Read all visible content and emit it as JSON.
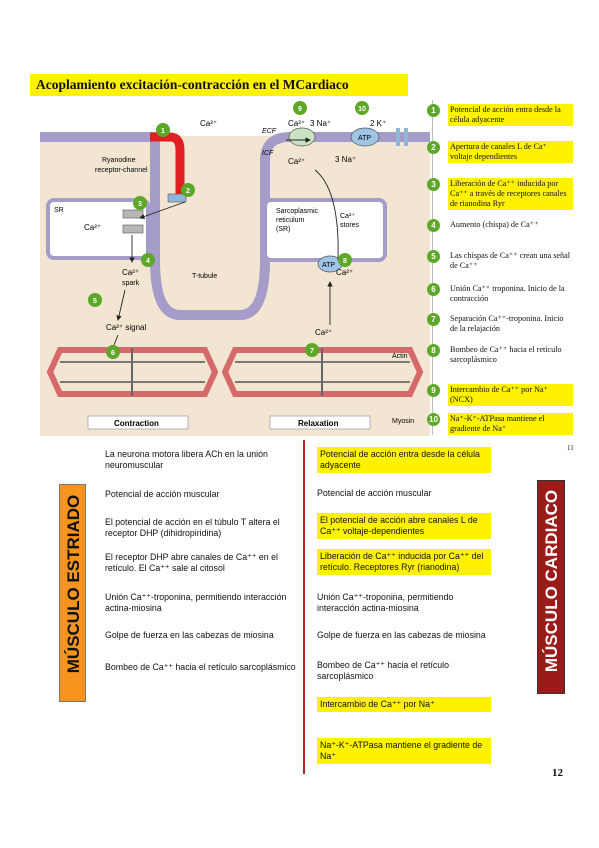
{
  "title": "Acoplamiento excitación-contracción en el MCardiaco",
  "diagram": {
    "ca2": "Ca²⁺",
    "na3": "3 Na⁺",
    "k2": "2 K⁺",
    "ecf": "ECF",
    "icf": "ICF",
    "atp": "ATP",
    "ryanodine": "Ryanodine\nreceptor-channel",
    "sr": "SR",
    "sarcoplasmic": "Sarcoplasmic\nreticulum\n(SR)",
    "stores": "Ca²⁺\nstores",
    "spark": "Ca²⁺\nspark",
    "signal": "Ca²⁺ signal",
    "ttubule": "T-tubule",
    "actin": "Actin",
    "myosin": "Myosin",
    "contraction": "Contraction",
    "relaxation": "Relaxation",
    "colors": {
      "membrane": "#a59cc9",
      "cell": "#f2e6d3",
      "red": "#e02020",
      "green": "#5ea829",
      "sarcomere": "#d66a6a"
    }
  },
  "steps": [
    {
      "num": "1",
      "text": "Potencial de acción entra desde la célula adyacente",
      "highlight": true
    },
    {
      "num": "2",
      "text": "Apertura de canales L de Ca⁺ voltaje dependientes",
      "highlight": true
    },
    {
      "num": "3",
      "text": "Liberación de Ca⁺⁺ inducida por Ca⁺⁺ a través de receptores canales de rianodina Ryr",
      "highlight": true
    },
    {
      "num": "4",
      "text": "Aumento (chispa) de Ca⁺⁺",
      "highlight": false
    },
    {
      "num": "5",
      "text": "Las chispas de Ca⁺⁺ crean una señal de Ca⁺⁺",
      "highlight": false
    },
    {
      "num": "6",
      "text": "Unión Ca⁺⁺ troponina. Inicio de la contracción",
      "highlight": false
    },
    {
      "num": "7",
      "text": "Separación Ca⁺⁺-troponina. Inicio de la relajación",
      "highlight": false
    },
    {
      "num": "8",
      "text": "Bombeo de Ca⁺⁺ hacia el retículo sarcoplásmico",
      "highlight": false
    },
    {
      "num": "9",
      "text": "Intercambio de Ca⁺⁺ por Na⁺ (NCX)",
      "highlight": true
    },
    {
      "num": "10",
      "text": "Na⁺-K⁺-ATPasa mantiene el gradiente de Na⁺",
      "highlight": true
    }
  ],
  "side_number": "11",
  "comparison": {
    "left_label": "MÚSCULO ESTRIADO",
    "right_label": "MÚSCULO CARDIACO",
    "left": [
      "La neurona motora libera ACh en la unión neuromuscular",
      "Potencial de acción muscular",
      "El potencial de acción en el túbulo T altera el receptor DHP (dihidropiridina)",
      "El receptor DHP abre canales de Ca⁺⁺ en el retículo. El Ca⁺⁺ sale al citosol",
      "Unión Ca⁺⁺-troponina, permitiendo interacción actina-miosina",
      "Golpe de fuerza en las cabezas de miosina",
      "Bombeo de Ca⁺⁺ hacia el retículo sarcoplásmico"
    ],
    "right": [
      "Potencial de acción entra desde la célula adyacente",
      "Potencial de acción muscular",
      "El potencial de acción abre canales L de Ca⁺⁺ voltaje-dependientes",
      "Liberación de Ca⁺⁺ inducida por Ca⁺⁺ del retículo. Receptores Ryr (rianodina)",
      "Unión Ca⁺⁺-troponina, permitiendo interacción actina-miosina",
      "Golpe de fuerza en las cabezas de miosina",
      "Bombeo de Ca⁺⁺ hacia el retículo sarcoplásmico",
      "Intercambio de Ca⁺⁺ por Na⁺",
      "Na⁺-K⁺-ATPasa mantiene el gradiente de Na⁺"
    ],
    "right_highlight": [
      true,
      false,
      true,
      true,
      false,
      false,
      false,
      true,
      true
    ]
  },
  "page_number": "12"
}
